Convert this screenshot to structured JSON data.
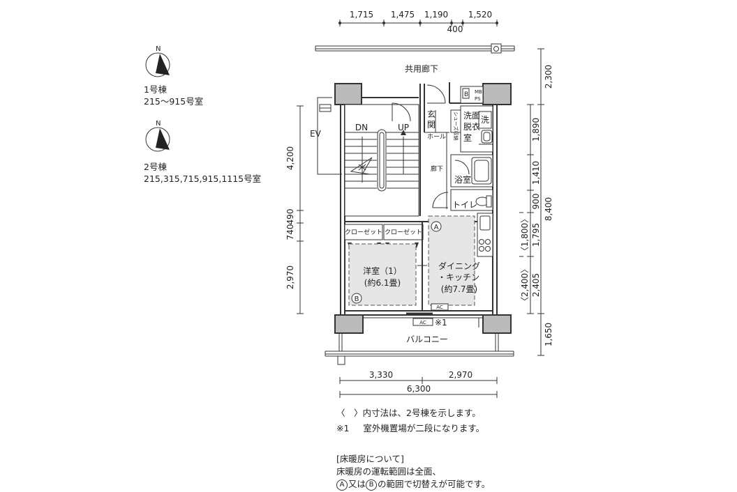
{
  "legend": {
    "building1": {
      "label": "1号棟",
      "rooms": "215〜915号室"
    },
    "building2": {
      "label": "2号棟",
      "rooms": "215,315,715,915,1115号室"
    },
    "north_label": "N"
  },
  "rooms": {
    "corridor": "共用廊下",
    "ev": "EV",
    "stairs_down": "DN",
    "stairs_up": "UP",
    "entrance_1": "玄",
    "entrance_2": "関",
    "shoe_storage": "シューズ収納",
    "hall": "ホール",
    "hallway": "廊下",
    "washroom_1": "洗面",
    "washroom_2": "脱衣",
    "washroom_3": "室",
    "washer": "洗",
    "bathroom": "浴室",
    "toilet": "トイレ",
    "mb_ps_1": "MB",
    "mb_ps_2": "PS",
    "b_mark": "B",
    "closet_1": "クローゼット",
    "closet_2": "クローゼット",
    "western_room_name": "洋室（1）",
    "western_room_size": "(約6.1畳)",
    "dining_kitchen_1": "ダイニング",
    "dining_kitchen_2": "・キッチン",
    "dining_kitchen_size": "(約7.7畳)",
    "zone_a": "A",
    "zone_b": "B",
    "ac_1": "AC",
    "ac_2": "AC",
    "ac_note": "※1",
    "balcony": "バルコニー"
  },
  "dimensions": {
    "top": [
      "1,715",
      "1,475",
      "1,190",
      "1,520",
      "400"
    ],
    "bottom_parts": [
      "3,330",
      "2,970"
    ],
    "bottom_total": "6,300",
    "left": [
      "4,200",
      "490",
      "740",
      "2,970"
    ],
    "right_outer": [
      "2,300",
      "8,400",
      "1,650"
    ],
    "right_inner": [
      "1,890",
      "1,410",
      "900",
      "1,795",
      "2,405"
    ],
    "right_inner_alt": [
      "〈1,800〉",
      "〈2,400〉"
    ]
  },
  "notes": {
    "inner_dim": "〈　〉内寸法は、2号棟を示します。",
    "ac_note_mark": "※1",
    "ac_note_text": "室外機置場が二段になります。",
    "floor_heating_title": "[床暖房について]",
    "floor_heating_line1": "床暖房の運転範囲は全面、",
    "floor_heating_line2_a": "A",
    "floor_heating_line2_mid": "又は",
    "floor_heating_line2_b": "B",
    "floor_heating_line2_end": "の範囲で切替えが可能です。"
  }
}
